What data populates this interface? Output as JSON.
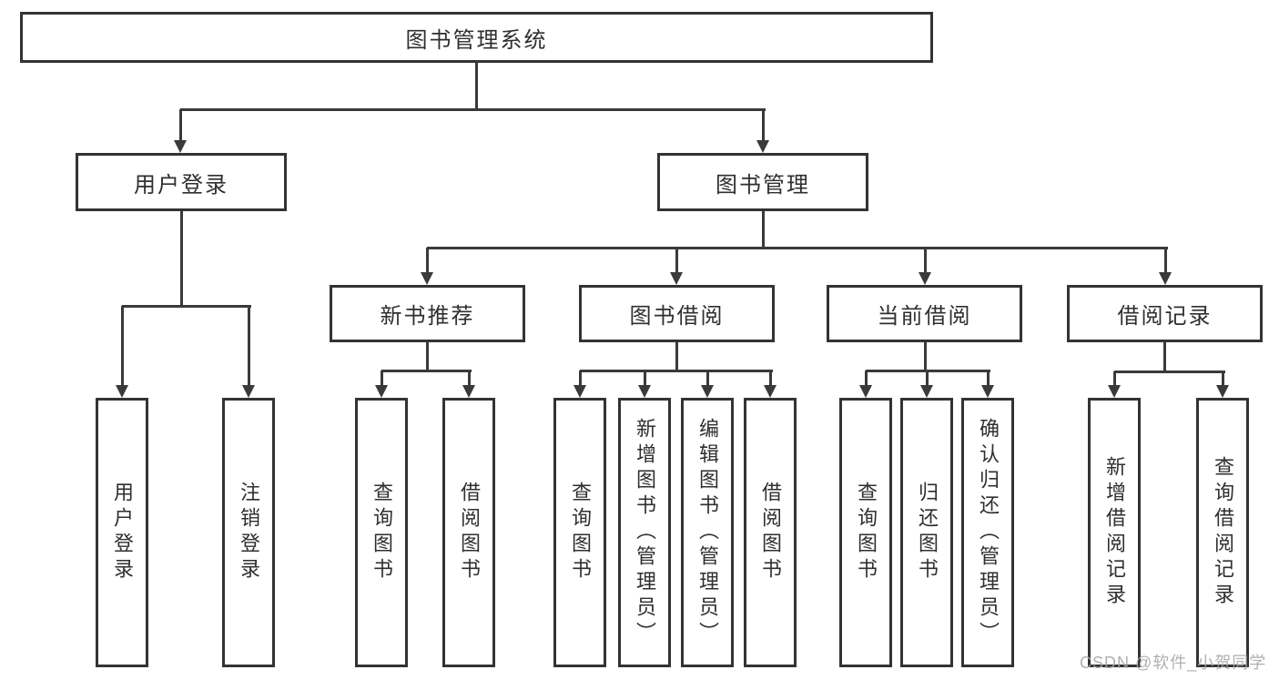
{
  "diagram": {
    "root": {
      "label": "图书管理系统"
    },
    "level2": [
      {
        "label": "用户登录"
      },
      {
        "label": "图书管理"
      }
    ],
    "level3": [
      {
        "label": "新书推荐"
      },
      {
        "label": "图书借阅"
      },
      {
        "label": "当前借阅"
      },
      {
        "label": "借阅记录"
      }
    ],
    "leaves": {
      "user_login": [
        "用户登录",
        "注销登录"
      ],
      "new_books": [
        "查询图书",
        "借阅图书"
      ],
      "book_borrow": [
        "查询图书",
        "新增图书（管理员）",
        "编辑图书（管理员）",
        "借阅图书"
      ],
      "current_borrow": [
        "查询图书",
        "归还图书",
        "确认归还（管理员）"
      ],
      "borrow_records": [
        "新增借阅记录",
        "查询借阅记录"
      ]
    },
    "colors": {
      "line": "#3a3a3a",
      "border": "#333333",
      "text": "#2f2f2f",
      "watermark": "#a8a8a8",
      "background": "#ffffff"
    }
  },
  "watermark": {
    "text": "CSDN @软件_小贺同学"
  }
}
